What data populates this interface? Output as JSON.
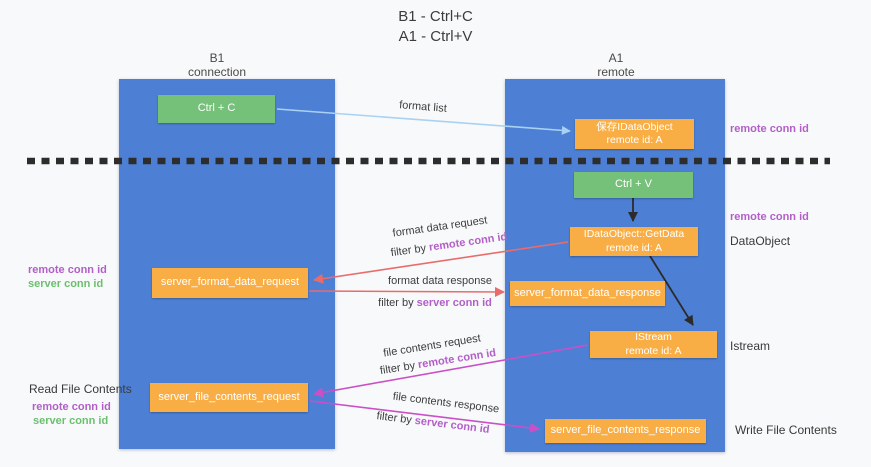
{
  "title": {
    "line1": "B1 - Ctrl+C",
    "line2": "A1 - Ctrl+V"
  },
  "lifelines": {
    "left": {
      "name": "B1",
      "role": "connection"
    },
    "right": {
      "name": "A1",
      "role": "remote"
    }
  },
  "nodes": {
    "ctrl_c": {
      "label": "Ctrl + C"
    },
    "save_idataobject": {
      "line1": "保存IDataObject",
      "line2": "remote id: A"
    },
    "ctrl_v": {
      "label": "Ctrl + V"
    },
    "getdata": {
      "line1": "IDataObject::GetData",
      "line2": "remote id: A"
    },
    "format_request": {
      "label": "server_format_data_request"
    },
    "format_response": {
      "label": "server_format_data_response"
    },
    "istream": {
      "line1": "IStream",
      "line2": "remote id: A"
    },
    "file_request": {
      "label": "server_file_contents_request"
    },
    "file_response": {
      "label": "server_file_contents_response"
    }
  },
  "messages": {
    "format_list": {
      "label": "format list"
    },
    "format_data_request": {
      "label": "format data request",
      "filter_prefix": "filter by ",
      "filter_key": "remote conn id"
    },
    "format_data_response": {
      "label": "format data response",
      "filter_prefix": "filter by ",
      "filter_key": "server conn id"
    },
    "file_contents_request": {
      "label": "file contents request",
      "filter_prefix": "filter by ",
      "filter_key": "remote conn id"
    },
    "file_contents_response": {
      "label": "file contents response",
      "filter_prefix": "filter by ",
      "filter_key": "server conn id"
    }
  },
  "annotations": {
    "right_top_remote_conn_id": "remote conn id",
    "right_mid_remote_conn_id": "remote conn id",
    "dataobject": "DataObject",
    "istream_interface": "Istream",
    "write_file_contents": "Write File Contents",
    "left_remote_conn_id": "remote conn id",
    "left_server_conn_id": "server conn id",
    "read_file_contents": "Read File Contents",
    "left_bottom_remote_conn_id": "remote conn id",
    "left_bottom_server_conn_id": "server conn id"
  },
  "colors": {
    "background": "#f8f9fa",
    "lifeline_blue": "#4d80d5",
    "node_orange": "#f9ae45",
    "node_green": "#76c17a",
    "remote_conn_purple": "#b25fc8",
    "server_conn_green": "#6cbf70",
    "arrow_light_blue": "#a9d2f2",
    "arrow_red": "#e96c6c",
    "arrow_magenta": "#cb4fc6",
    "arrow_black": "#2b2b2b",
    "dashed_separator": "#2d2d2d"
  }
}
